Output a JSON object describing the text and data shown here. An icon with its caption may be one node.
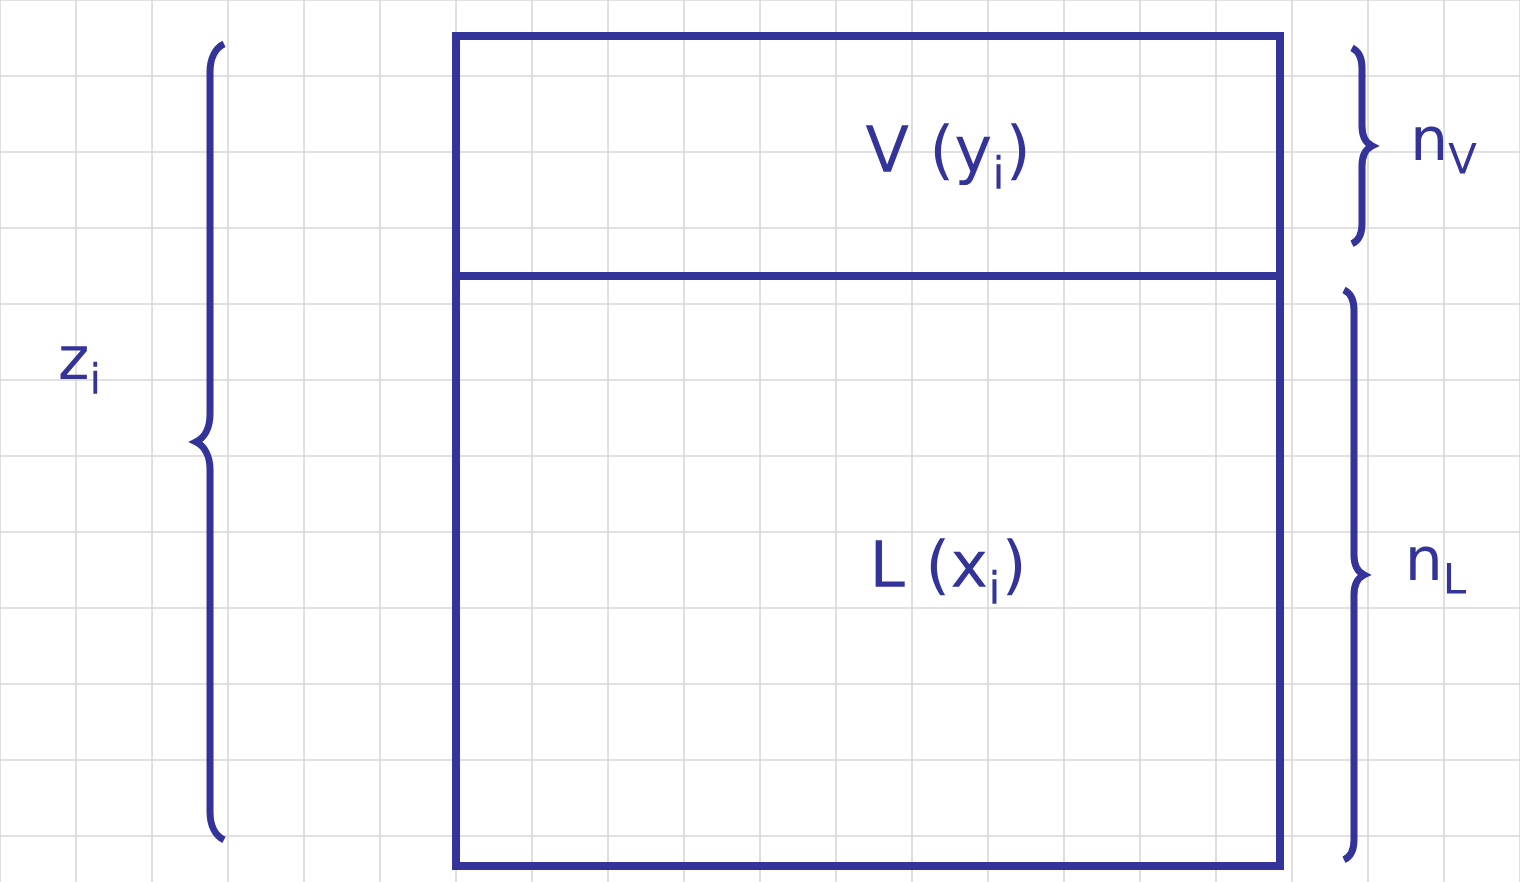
{
  "diagram": {
    "nodes": [
      {
        "text": [
          "V (y$_{i}$)"
        ]
      },
      {
        "text": [
          "L (x$_{i}$)"
        ]
      }
    ],
    "labels": [
      "z$_{i}$",
      "n$_{V}$",
      "n$_{L}$"
    ]
  }
}
